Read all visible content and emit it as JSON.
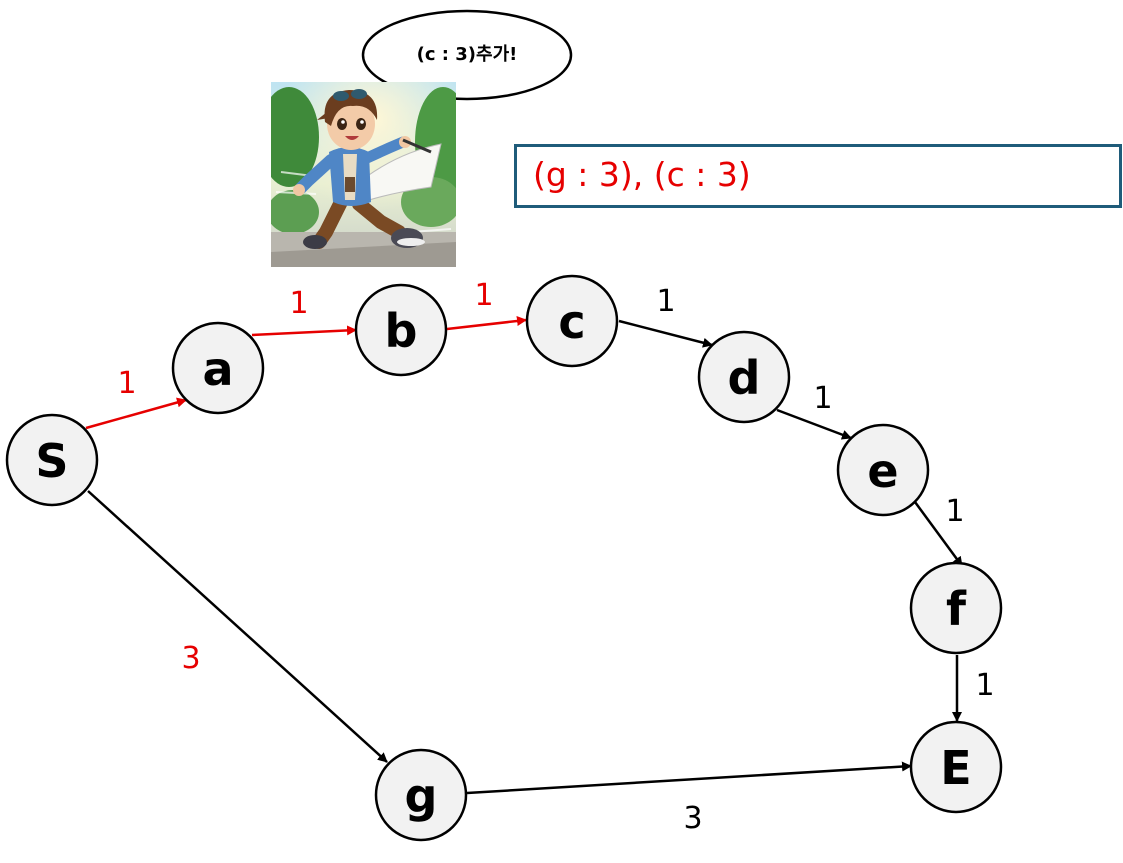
{
  "nodes": {
    "S": "S",
    "a": "a",
    "b": "b",
    "c": "c",
    "d": "d",
    "e": "e",
    "f": "f",
    "g": "g",
    "E": "E"
  },
  "edges": {
    "S_a": "1",
    "a_b": "1",
    "b_c": "1",
    "c_d": "1",
    "d_e": "1",
    "e_f": "1",
    "f_E": "1",
    "S_g": "3",
    "g_E": "3"
  },
  "queue": {
    "text": "(g : 3), (c : 3)"
  },
  "speech_bubble": {
    "text": "(c : 3)추가!"
  },
  "colors": {
    "visited_edge": "#e60000",
    "edge": "#000000",
    "node_fill": "#f2f2f2",
    "queue_border": "#1f5c7a",
    "queue_text": "#e60000"
  },
  "character": {
    "icon": "running-boy-with-paper-illustration"
  }
}
